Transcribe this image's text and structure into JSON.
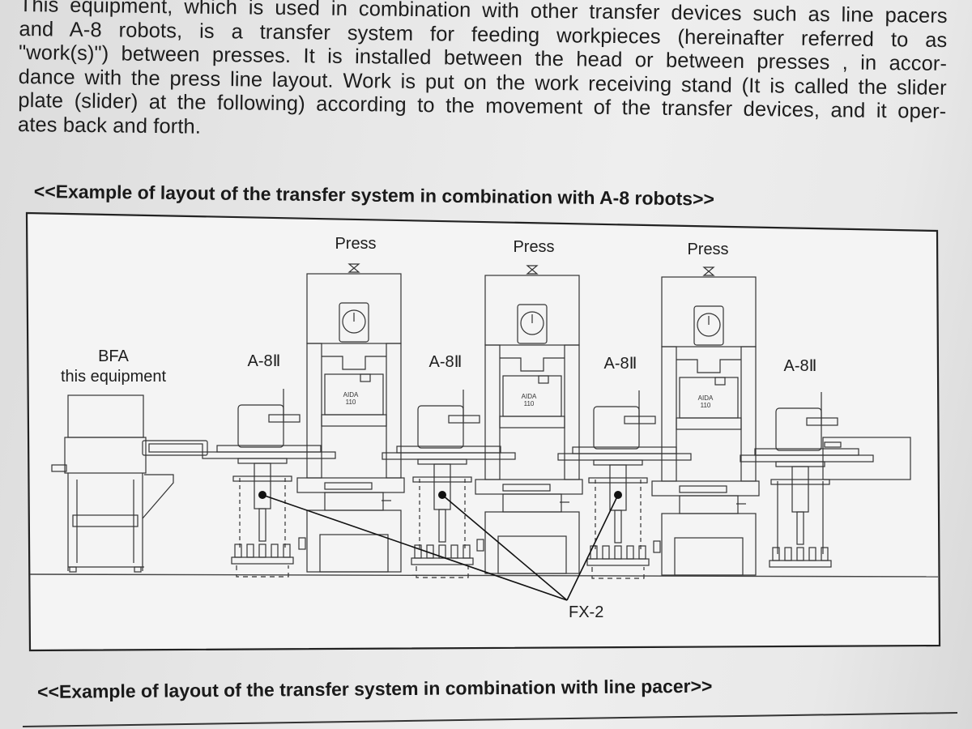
{
  "intro": {
    "lines": [
      "This equipment, which is used in combination with other transfer devices such as line pacers",
      "and A-8 robots, is a transfer system for feeding workpieces (hereinafter referred to as",
      "\"work(s)\") between presses. It is installed between the head or between presses , in accor-",
      "dance with the press line layout. Work is put on the work receiving stand (It is called the slider",
      "plate (slider) at the following) according to the movement of the transfer devices, and it oper-",
      "ates back and forth."
    ]
  },
  "figure1": {
    "heading": "<<Example of layout of the transfer system in combination with A-8 robots>>",
    "bfa_label": "BFA",
    "bfa_sublabel": "this equipment",
    "press_labels": [
      "Press",
      "Press",
      "Press"
    ],
    "robot_labels": [
      "A-8Ⅱ",
      "A-8Ⅱ",
      "A-8Ⅱ",
      "A-8Ⅱ"
    ],
    "press_badge": [
      "AIDA",
      "110"
    ],
    "callout": "FX-2"
  },
  "figure2": {
    "heading": "<<Example of layout of the transfer system in combination with line pacer>>"
  }
}
